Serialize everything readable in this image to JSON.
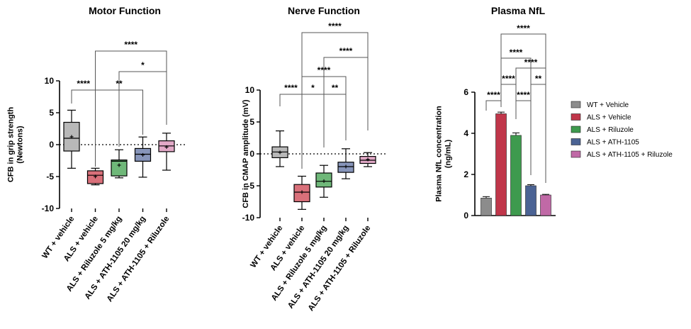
{
  "chart_data": [
    {
      "type": "box",
      "title": "Motor Function",
      "ylabel": "CFB in grip strength (Newtons)",
      "ylabel_lines": [
        "CFB in grip strength",
        "(Newtons)"
      ],
      "ylim": [
        -10,
        10
      ],
      "yticks": [
        "-10",
        "-5",
        "0",
        "5",
        "10"
      ],
      "reference_line": 0,
      "categories": [
        "WT + vehicle",
        "ALS + vehicle",
        "ALS + Riluzole 5 mg/kg",
        "ALS + ATH-1105 20 mg/kg",
        "ALS + ATH-1105 + Riluzole"
      ],
      "series": [
        {
          "color": "#b8b8b8",
          "min": -3.7,
          "q1": -1.0,
          "median": 1.0,
          "q3": 3.5,
          "max": 5.4,
          "mean": 1.2
        },
        {
          "color": "#d9707a",
          "min": -6.3,
          "q1": -6.1,
          "median": -4.8,
          "q3": -4.1,
          "max": -3.7,
          "mean": -5.0
        },
        {
          "color": "#6fb879",
          "min": -5.2,
          "q1": -4.9,
          "median": -2.6,
          "q3": -2.4,
          "max": -0.8,
          "mean": -3.2
        },
        {
          "color": "#8795ba",
          "min": -5.1,
          "q1": -2.6,
          "median": -1.5,
          "q3": -0.6,
          "max": 1.2,
          "mean": -1.6
        },
        {
          "color": "#e2a9c7",
          "min": -4.0,
          "q1": -1.1,
          "median": -0.2,
          "q3": 0.6,
          "max": 1.8,
          "mean": -0.4
        }
      ],
      "significance": [
        {
          "from": 0,
          "to": 1,
          "label": "****"
        },
        {
          "from": 1,
          "to": 4,
          "label": "****"
        },
        {
          "from": 1,
          "to": 3,
          "label": "**"
        },
        {
          "from": 2,
          "to": 4,
          "label": "*"
        }
      ]
    },
    {
      "type": "box",
      "title": "Nerve Function",
      "ylabel": "CFB in CMAP amplitude (mV)",
      "ylabel_lines": [
        "CFB in CMAP amplitude (mV)"
      ],
      "ylim": [
        -10,
        10
      ],
      "yticks": [
        "-10",
        "-5",
        "0",
        "5",
        "10"
      ],
      "reference_line": 0,
      "categories": [
        "WT + vehicle",
        "ALS + vehicle",
        "ALS + Riluzole 5 mg/kg",
        "ALS + ATH-1105 20 mg/kg",
        "ALS + ATH-1105 + Riluzole"
      ],
      "series": [
        {
          "color": "#b8b8b8",
          "min": -2.0,
          "q1": -0.6,
          "median": 0.3,
          "q3": 1.1,
          "max": 3.6,
          "mean": 0.2
        },
        {
          "color": "#d9707a",
          "min": -8.7,
          "q1": -7.5,
          "median": -6.0,
          "q3": -4.8,
          "max": -3.5,
          "mean": -6.0
        },
        {
          "color": "#6fb879",
          "min": -6.8,
          "q1": -5.2,
          "median": -4.3,
          "q3": -3.0,
          "max": -1.8,
          "mean": -4.3
        },
        {
          "color": "#8795ba",
          "min": -3.9,
          "q1": -2.9,
          "median": -2.0,
          "q3": -1.3,
          "max": 0.8,
          "mean": -2.0
        },
        {
          "color": "#e2a9c7",
          "min": -2.0,
          "q1": -1.5,
          "median": -1.0,
          "q3": -0.4,
          "max": 0.2,
          "mean": -0.9
        }
      ],
      "significance": [
        {
          "from": 0,
          "to": 1,
          "label": "****"
        },
        {
          "from": 1,
          "to": 2,
          "label": "*"
        },
        {
          "from": 1,
          "to": 3,
          "label": "****"
        },
        {
          "from": 2,
          "to": 3,
          "label": "**"
        },
        {
          "from": 1,
          "to": 4,
          "label": "****"
        },
        {
          "from": 2,
          "to": 4,
          "label": "****"
        }
      ]
    },
    {
      "type": "bar",
      "title": "Plasma NfL",
      "ylabel": "Plasma NfL concentration (ng/mL)",
      "ylabel_lines": [
        "Plasma NfL concentration",
        "(ng/mL)"
      ],
      "ylim": [
        0,
        6
      ],
      "yticks": [
        "0",
        "2",
        "4",
        "6"
      ],
      "categories": [
        "WT + Vehicle",
        "ALS + Vehicle",
        "ALS + Riluzole",
        "ALS + ATH-1105",
        "ALS + ATH-1105 + Riluzole"
      ],
      "series": [
        {
          "name": "WT + Vehicle",
          "color": "#8c8c8c",
          "value": 0.85,
          "error": 0.07
        },
        {
          "name": "ALS + Vehicle",
          "color": "#c0364a",
          "value": 4.95,
          "error": 0.08
        },
        {
          "name": "ALS + Riluzole",
          "color": "#3e9a4e",
          "value": 3.9,
          "error": 0.12
        },
        {
          "name": "ALS + ATH-1105",
          "color": "#4b6394",
          "value": 1.45,
          "error": 0.05
        },
        {
          "name": "ALS + ATH-1105 + Riluzole",
          "color": "#c069a6",
          "value": 1.0,
          "error": 0.03
        }
      ],
      "significance": [
        {
          "from": 0,
          "to": 1,
          "label": "****"
        },
        {
          "from": 1,
          "to": 2,
          "label": "****"
        },
        {
          "from": 2,
          "to": 3,
          "label": "****"
        },
        {
          "from": 3,
          "to": 4,
          "label": "**"
        },
        {
          "from": 1,
          "to": 3,
          "label": "****"
        },
        {
          "from": 1,
          "to": 4,
          "label": "****"
        },
        {
          "from": 2,
          "to": 4,
          "label": "****"
        }
      ],
      "legend_position": "right"
    }
  ]
}
